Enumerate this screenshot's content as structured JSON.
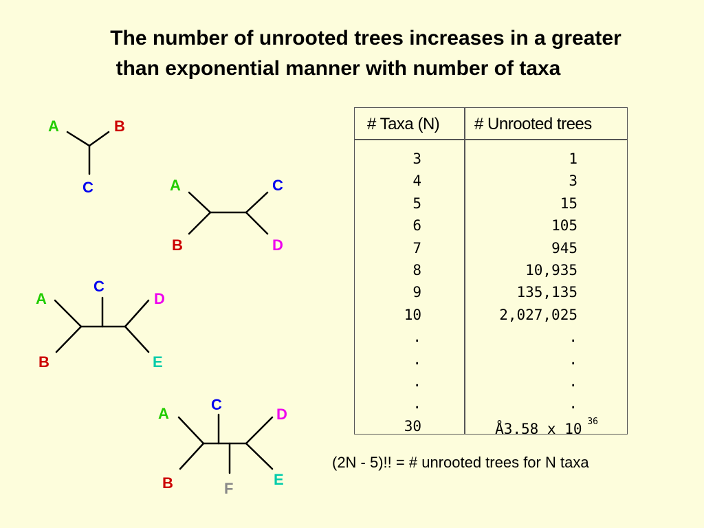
{
  "title": {
    "line1": "The number of unrooted trees increases in a greater",
    "line2": "than exponential manner with number of taxa"
  },
  "trees": {
    "t3": {
      "A": "A",
      "B": "B",
      "C": "C"
    },
    "t4": {
      "A": "A",
      "B": "B",
      "C": "C",
      "D": "D"
    },
    "t5": {
      "A": "A",
      "B": "B",
      "C": "C",
      "D": "D",
      "E": "E"
    },
    "t6": {
      "A": "A",
      "B": "B",
      "C": "C",
      "D": "D",
      "E": "E",
      "F": "F"
    }
  },
  "label_colors": {
    "A": "#22cc00",
    "B": "#cc0000",
    "C": "#0000ee",
    "D": "#ee00ee",
    "E": "#00ccaa",
    "F": "#888888"
  },
  "table": {
    "header_taxa": "# Taxa (N)",
    "header_trees": "# Unrooted trees",
    "taxa": [
      "3",
      "4",
      "5",
      "6",
      "7",
      "8",
      "9",
      "10",
      ".",
      ".",
      ".",
      ".",
      "30"
    ],
    "trees": [
      "1",
      "3",
      "15",
      "105",
      "945",
      "10,935",
      "135,135",
      "2,027,025",
      ".",
      ".",
      ".",
      "."
    ],
    "last_tree_value": "Å3.58 x 10",
    "last_tree_exponent": "36"
  },
  "formula": "(2N - 5)!! = # unrooted trees for N taxa"
}
